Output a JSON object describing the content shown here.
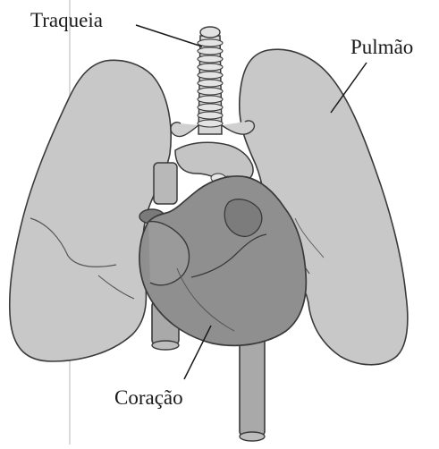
{
  "labels": {
    "trachea": "Traqueia",
    "lung": "Pulmão",
    "heart": "Coração"
  },
  "colors": {
    "lung_fill": "#c8c8c8",
    "lung_shadow": "#b3b3b3",
    "heart_fill": "#8f8f8f",
    "heart_dark": "#7c7c7c",
    "vessel_fill": "#a9a9a9",
    "outline": "#3a3a3a",
    "text": "#1a1a1a",
    "fold_line": "#cfcfcf"
  }
}
